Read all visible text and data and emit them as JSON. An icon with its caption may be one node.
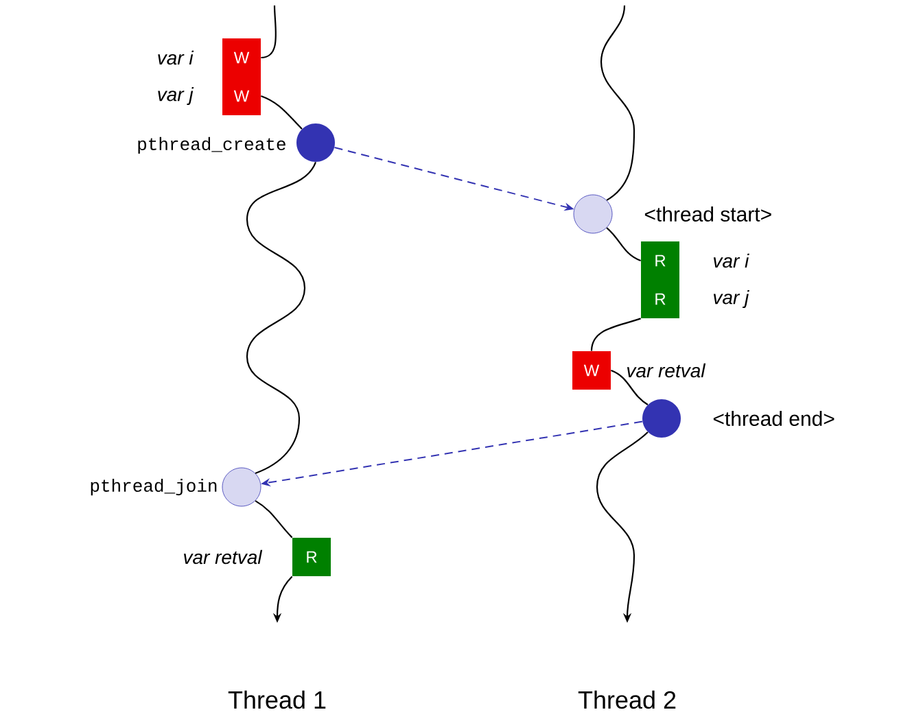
{
  "diagram": {
    "nodes": [
      {
        "text": [
          "W"
        ],
        "beside": [
          "var i"
        ]
      },
      {
        "text": [
          "W"
        ],
        "beside": [
          "var j"
        ]
      },
      {
        "text": [],
        "shape": "circle",
        "beside": [
          "pthread_create"
        ]
      },
      {
        "text": [],
        "shape": "circle",
        "beside": [
          "<thread start>"
        ]
      },
      {
        "text": [
          "R"
        ],
        "beside": [
          "var i"
        ]
      },
      {
        "text": [
          "R"
        ],
        "beside": [
          "var j"
        ]
      },
      {
        "text": [
          "W"
        ],
        "beside": [
          "var retval"
        ]
      },
      {
        "text": [],
        "shape": "circle",
        "beside": [
          "<thread end>"
        ]
      },
      {
        "text": [],
        "shape": "circle",
        "beside": [
          "pthread_join"
        ]
      },
      {
        "text": [
          "R"
        ],
        "beside": [
          "var retval"
        ]
      }
    ],
    "edges": [
      {
        "from": null,
        "to": 0,
        "arrow": "none"
      },
      {
        "from": 1,
        "to": 2,
        "arrow": "none"
      },
      {
        "from": 2,
        "to": 8,
        "arrow": "none"
      },
      {
        "from": 8,
        "to": 9,
        "arrow": "none"
      },
      {
        "from": 9,
        "to": null,
        "arrow": "to"
      },
      {
        "from": null,
        "to": 3,
        "arrow": "none"
      },
      {
        "from": 3,
        "to": 4,
        "arrow": "none"
      },
      {
        "from": 5,
        "to": 6,
        "arrow": "none"
      },
      {
        "from": 6,
        "to": 7,
        "arrow": "none"
      },
      {
        "from": 7,
        "to": null,
        "arrow": "to"
      },
      {
        "from": 2,
        "to": 3,
        "arrow": "to",
        "style": "dashed",
        "color": "#3333b2"
      },
      {
        "from": 7,
        "to": 8,
        "arrow": "to",
        "style": "dashed",
        "color": "#3333b2"
      }
    ],
    "labels": [
      "Thread 1",
      "Thread 2"
    ]
  }
}
